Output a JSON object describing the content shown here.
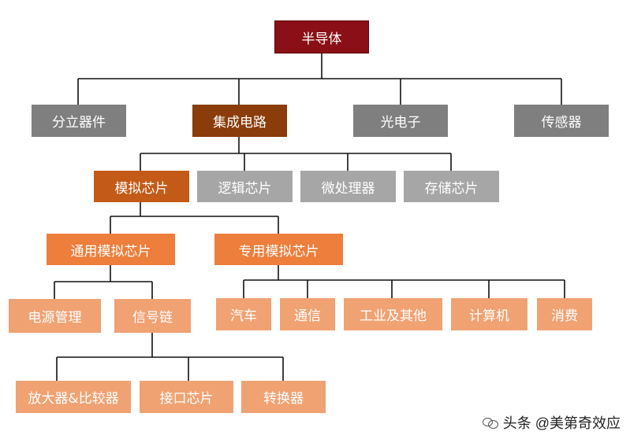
{
  "root": "半导体",
  "level1": [
    "分立器件",
    "集成电路",
    "光电子",
    "传感器"
  ],
  "ic_children": [
    "模拟芯片",
    "逻辑芯片",
    "微处理器",
    "存储芯片"
  ],
  "analog_children": [
    "通用模拟芯片",
    "专用模拟芯片"
  ],
  "general_children": [
    "电源管理",
    "信号链"
  ],
  "special_children": [
    "汽车",
    "通信",
    "工业及其他",
    "计算机",
    "消费"
  ],
  "signal_children": [
    "放大器&比较器",
    "接口芯片",
    "转换器"
  ],
  "watermark": {
    "text": "头条 @美第奇效应"
  },
  "colors": {
    "root": "#8b0f16",
    "level1": "#7f7f7f",
    "highlight_level1": "#8a3c0a",
    "level2": "#a6a6a6",
    "highlight_level2": "#c45a17",
    "level3": "#ed7e3b",
    "level4": "#f0a273"
  }
}
